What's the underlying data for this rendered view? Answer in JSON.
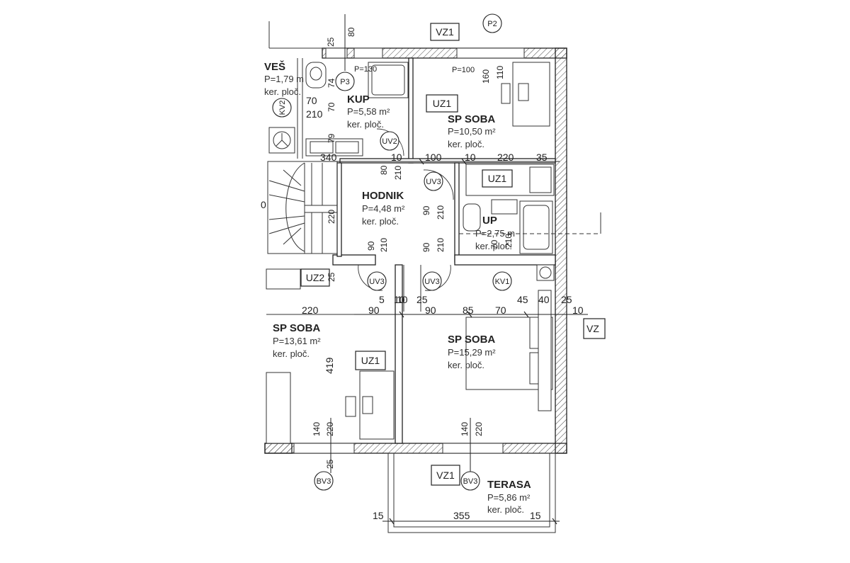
{
  "rooms": [
    {
      "name": "VEŠ",
      "area": "P=1,79 m",
      "floor": "ker. ploč."
    },
    {
      "name": "KUP",
      "area": "P=5,58 m²",
      "floor": "ker. ploč."
    },
    {
      "name": "SP SOBA",
      "area": "P=10,50 m²",
      "floor": "ker. ploč."
    },
    {
      "name": "HODNIK",
      "area": "P=4,48 m²",
      "floor": "ker. ploč."
    },
    {
      "name": "UP",
      "area": "P=2,75 m",
      "floor": "ker. ploč."
    },
    {
      "name": "SP SOBA",
      "area": "P=13,61 m²",
      "floor": "ker. ploč."
    },
    {
      "name": "SP SOBA",
      "area": "P=15,29 m²",
      "floor": "ker. ploč."
    },
    {
      "name": "TERASA",
      "area": "P=5,86 m²",
      "floor": "ker. ploč."
    }
  ],
  "tags": {
    "box": [
      "VZ1",
      "UZ1",
      "UZ1",
      "UZ2",
      "UZ1",
      "VZ1",
      "VZ"
    ],
    "circle": [
      "P2",
      "P3",
      "KV2",
      "UV2",
      "UV3",
      "UV3",
      "UV3",
      "KV1",
      "BV3",
      "BV3"
    ]
  },
  "fixtures": {
    "p_labels": [
      "P=130",
      "P=100"
    ]
  },
  "dimensions": {
    "horizontal": [
      "340",
      "10",
      "100",
      "10",
      "220",
      "35",
      "5",
      "10",
      "25",
      "220",
      "90",
      "10",
      "90",
      "85",
      "70",
      "45",
      "40",
      "25",
      "10",
      "15",
      "355",
      "15",
      "70",
      "210"
    ],
    "vertical": [
      "25",
      "80",
      "74",
      "70",
      "79",
      "80",
      "210",
      "90",
      "210",
      "90",
      "210",
      "90",
      "210",
      "220",
      "25",
      "160",
      "110",
      "210",
      "70",
      "419",
      "140",
      "220",
      "140",
      "220",
      "25"
    ],
    "partial": [
      "0"
    ]
  }
}
